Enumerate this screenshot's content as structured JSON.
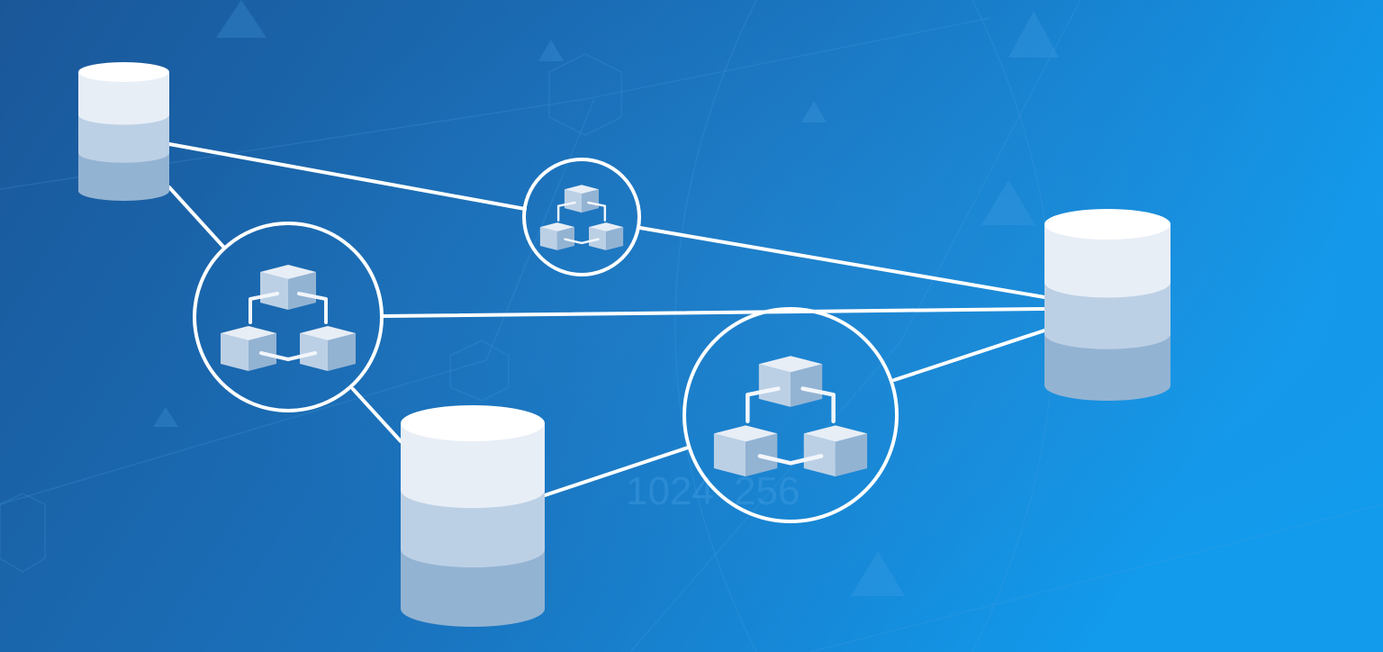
{
  "background": {
    "watermark_numbers": [
      "1024",
      "256"
    ],
    "gradient_start": "#1a5a9c",
    "gradient_end": "#1296e8"
  },
  "colors": {
    "line": "#ffffff",
    "band_top": "#e8eef6",
    "band_mid": "#bcd0e5",
    "band_bottom": "#93b3d3"
  },
  "databases": [
    {
      "name": "database-top-left"
    },
    {
      "name": "database-right"
    },
    {
      "name": "database-bottom"
    }
  ],
  "nodes": [
    {
      "name": "network-node-small"
    },
    {
      "name": "network-node-left"
    },
    {
      "name": "network-node-right"
    }
  ]
}
